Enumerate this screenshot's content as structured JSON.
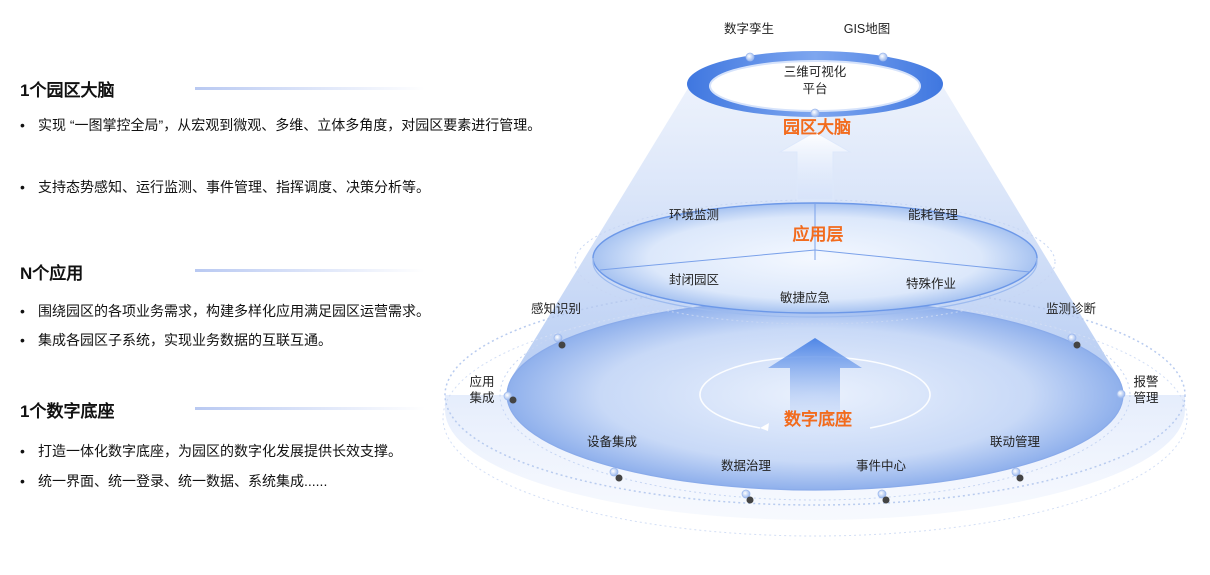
{
  "left": {
    "sections": [
      {
        "title": "1个园区大脑",
        "bullets": [
          "实现 “一图掌控全局”，从宏观到微观、多维、立体多角度，对园区要素进行管理。",
          "支持态势感知、运行监测、事件管理、指挥调度、决策分析等。"
        ]
      },
      {
        "title": "N个应用",
        "bullets": [
          "围绕园区的各项业务需求，构建多样化应用满足园区运营需求。",
          "集成各园区子系统，实现业务数据的互联互通。"
        ]
      },
      {
        "title": "1个数字底座",
        "bullets": [
          "打造一体化数字底座，为园区的数字化发展提供长效支撑。",
          "统一界面、统一登录、统一数据、系统集成......"
        ]
      }
    ],
    "bullet_symbol": "•"
  },
  "diagram": {
    "top": {
      "labels": [
        "数字孪生",
        "GIS地图"
      ],
      "center_line1": "三维可视化",
      "center_line2": "平台",
      "layer_title": "园区大脑"
    },
    "middle": {
      "layer_title": "应用层",
      "items": [
        "环境监测",
        "能耗管理",
        "封闭园区",
        "敏捷应急",
        "特殊作业"
      ]
    },
    "bottom": {
      "layer_title": "数字底座",
      "outer_labels": [
        "感知识别",
        "监测诊断",
        "应用",
        "集成",
        "报警",
        "管理"
      ],
      "ring_labels": [
        "设备集成",
        "数据治理",
        "事件中心",
        "联动管理"
      ]
    },
    "colors": {
      "accent_orange": "#f26b1d",
      "ring_blue": "#5a8ee8",
      "cone_blue": "#a9c4f2"
    }
  }
}
